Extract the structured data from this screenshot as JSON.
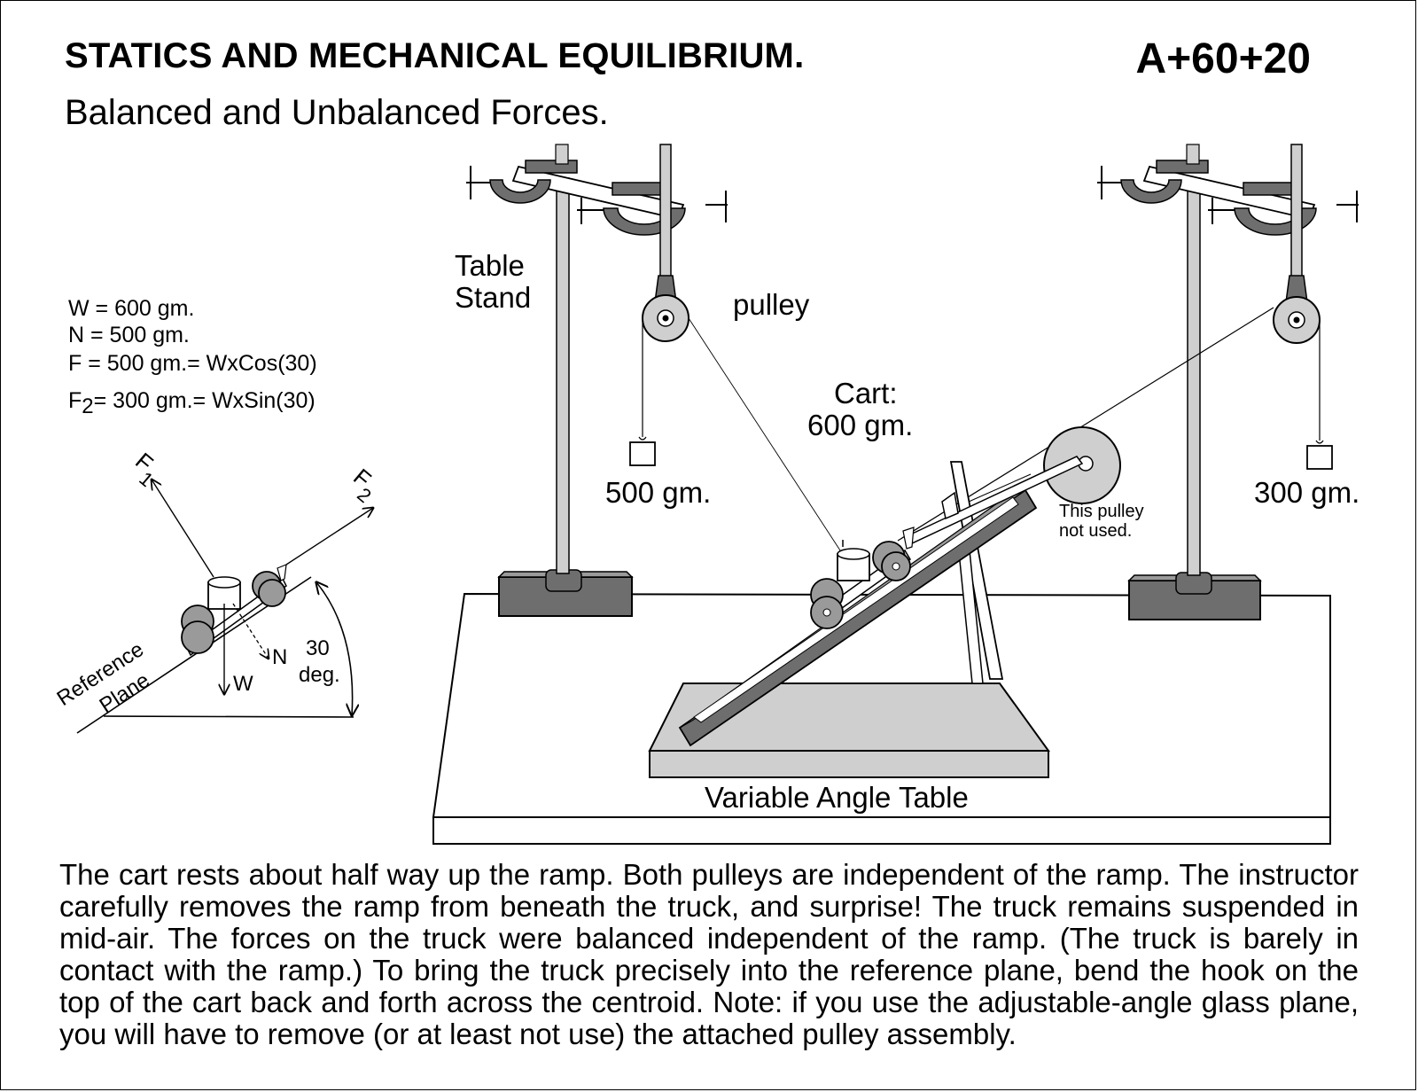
{
  "header": {
    "title": "STATICS AND MECHANICAL EQUILIBRIUM.",
    "code": "A+60+20",
    "subtitle": "Balanced and Unbalanced Forces."
  },
  "equations": {
    "w": "W = 600 gm.",
    "n": "N =  500 gm.",
    "f": "F =  500 gm.= WxCos(30)",
    "f2_pre": "F",
    "f2_sub": "2",
    "f2_post": "=   300 gm.= WxSin(30)"
  },
  "force_diagram": {
    "f1": "F",
    "f1_sub": "1",
    "f2": "F",
    "f2_sub": "2",
    "reference_plane_1": "Reference",
    "reference_plane_2": "Plane",
    "n_label": "N",
    "w_label": "W",
    "angle_1": "30",
    "angle_2": "deg."
  },
  "apparatus": {
    "table_stand_1": "Table",
    "table_stand_2": "Stand",
    "pulley": "pulley",
    "cart_1": "Cart:",
    "cart_2": "600 gm.",
    "weight_left": "500 gm.",
    "weight_right": "300 gm.",
    "pulley_not_used_1": "This pulley",
    "pulley_not_used_2": "not used.",
    "variable_angle_table": "Variable Angle Table"
  },
  "description": "The cart rests about half way up the ramp.  Both pulleys are independent of the ramp. The instructor carefully  removes the ramp from beneath the truck, and surprise!  The truck remains suspended in mid-air.  The forces on the truck were balanced independent of the ramp. (The truck is barely in contact with the ramp.)   To bring the truck precisely into the reference plane, bend the hook on the top of the cart back and forth across the centroid. Note:  if you use the adjustable-angle glass plane, you will have to remove (or at least not use) the attached pulley assembly.",
  "colors": {
    "ink": "#000000",
    "gray_dark": "#6e6e6e",
    "gray_mid": "#9a9a9a",
    "gray_light": "#cfcfcf",
    "paper": "#ffffff"
  }
}
